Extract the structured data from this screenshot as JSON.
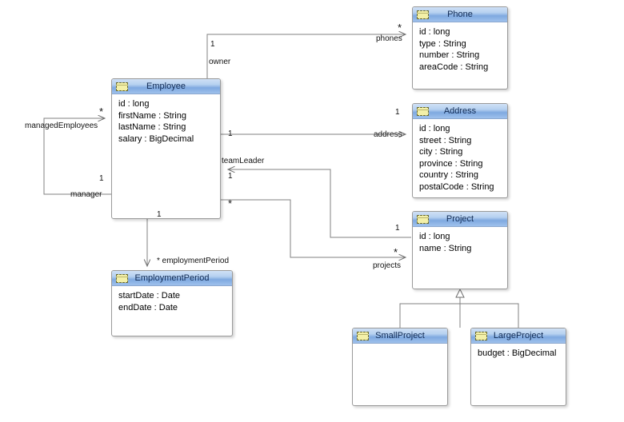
{
  "diagram": {
    "type": "uml-class-diagram",
    "background": "#ffffff",
    "header_gradient_from": "#cfe0f5",
    "header_gradient_to": "#7fa9e0",
    "icon_color": "#f3f0a8",
    "line_color": "#808080"
  },
  "classes": [
    {
      "id": "employee",
      "name": "Employee",
      "icon": "class-icon",
      "attributes": [
        "id  :  long",
        "firstName  :  String",
        "lastName  :  String",
        "salary  :  BigDecimal"
      ]
    },
    {
      "id": "phone",
      "name": "Phone",
      "icon": "class-icon",
      "attributes": [
        "id  :  long",
        "type  :  String",
        "number  :  String",
        "areaCode  :  String"
      ]
    },
    {
      "id": "address",
      "name": "Address",
      "icon": "class-icon",
      "attributes": [
        "id  :  long",
        "street  :  String",
        "city  :  String",
        "province  :  String",
        "country  :  String",
        "postalCode  :  String"
      ]
    },
    {
      "id": "project",
      "name": "Project",
      "icon": "class-icon",
      "attributes": [
        "id  :  long",
        "name  :  String"
      ]
    },
    {
      "id": "employmentperiod",
      "name": "EmploymentPeriod",
      "icon": "class-icon",
      "attributes": [
        "startDate  :  Date",
        "endDate  :  Date"
      ]
    },
    {
      "id": "smallproject",
      "name": "SmallProject",
      "icon": "class-icon",
      "attributes": []
    },
    {
      "id": "largeproject",
      "name": "LargeProject",
      "icon": "class-icon",
      "attributes": [
        "budget  :  BigDecimal"
      ]
    }
  ],
  "relationships": [
    {
      "id": "phones",
      "from": "employee",
      "to": "phone",
      "kind": "association",
      "role_label": "phones",
      "source_label": "owner",
      "source_multiplicity": "1",
      "target_multiplicity": "*"
    },
    {
      "id": "address",
      "from": "employee",
      "to": "address",
      "kind": "association",
      "role_label": "address",
      "source_multiplicity": "1",
      "target_multiplicity": "1"
    },
    {
      "id": "teamleader",
      "from": "project",
      "to": "employee",
      "kind": "association",
      "role_label": "teamLeader",
      "target_multiplicity": "1",
      "source_multiplicity": "1"
    },
    {
      "id": "projects",
      "from": "employee",
      "to": "project",
      "kind": "association",
      "role_label": "projects",
      "source_multiplicity": "*",
      "target_multiplicity": "*"
    },
    {
      "id": "managed-employees",
      "from": "employee",
      "to": "employee",
      "kind": "self-association",
      "role_label": "managedEmployees",
      "source_label": "manager",
      "target_multiplicity": "*",
      "source_multiplicity": "1"
    },
    {
      "id": "employment-period",
      "from": "employee",
      "to": "employmentperiod",
      "kind": "composition",
      "role_label": "employmentPeriod",
      "source_multiplicity": "1",
      "target_multiplicity": "*"
    },
    {
      "id": "smallproject-generalization",
      "from": "smallproject",
      "to": "project",
      "kind": "generalization"
    },
    {
      "id": "largeproject-generalization",
      "from": "largeproject",
      "to": "project",
      "kind": "generalization"
    }
  ],
  "labels": {
    "phones": "phones",
    "owner": "owner",
    "address": "address",
    "team_leader": "teamLeader",
    "projects": "projects",
    "managed_employees": "managedEmployees",
    "manager": "manager",
    "employment_period": "employmentPeriod",
    "one": "1",
    "star": "*",
    "star_employment_period": "* employmentPeriod"
  }
}
